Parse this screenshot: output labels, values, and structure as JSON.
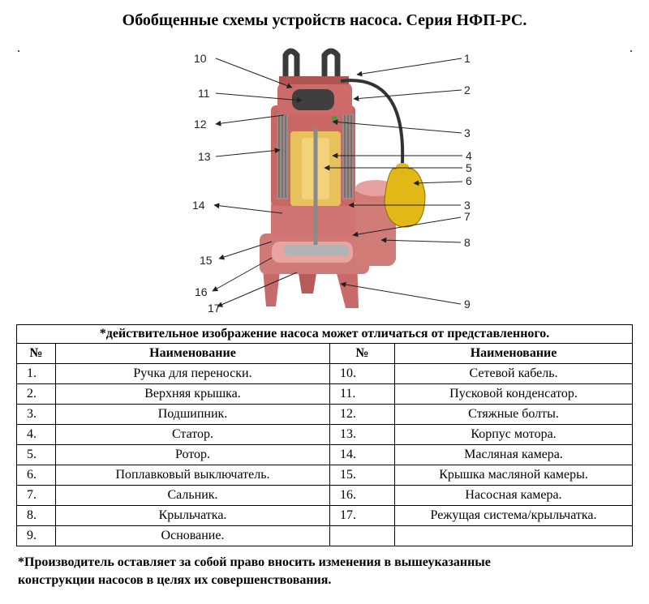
{
  "title": "Обобщенные схемы устройств насоса. Серия НФП-РС.",
  "callouts": {
    "c1": "1",
    "c2": "2",
    "c3a": "3",
    "c4": "4",
    "c5": "5",
    "c6": "6",
    "c3b": "3",
    "c7": "7",
    "c8": "8",
    "c9": "9",
    "c10": "10",
    "c11": "11",
    "c12": "12",
    "c13": "13",
    "c14": "14",
    "c15": "15",
    "c16": "16",
    "c17": "17"
  },
  "table": {
    "note": "*действительное изображение насоса может отличаться от представленного.",
    "headers": {
      "num_left": "№",
      "name_left": "Наименование",
      "num_right": "№",
      "name_right": "Наименование"
    },
    "rows": [
      {
        "n1": "1.",
        "name1": "Ручка для переноски.",
        "n2": "10.",
        "name2": "Сетевой кабель."
      },
      {
        "n1": "2.",
        "name1": "Верхняя крышка.",
        "n2": "11.",
        "name2": "Пусковой конденсатор."
      },
      {
        "n1": "3.",
        "name1": "Подшипник.",
        "n2": "12.",
        "name2": "Стяжные болты."
      },
      {
        "n1": "4.",
        "name1": "Статор.",
        "n2": "13.",
        "name2": "Корпус мотора."
      },
      {
        "n1": "5.",
        "name1": "Ротор.",
        "n2": "14.",
        "name2": "Масляная камера."
      },
      {
        "n1": "6.",
        "name1": "Поплавковый выключатель.",
        "n2": "15.",
        "name2": "Крышка масляной камеры."
      },
      {
        "n1": "7.",
        "name1": "Сальник.",
        "n2": "16.",
        "name2": "Насосная камера."
      },
      {
        "n1": "8.",
        "name1": "Крыльчатка.",
        "n2": "17.",
        "name2": "Режущая система/крыльчатка."
      },
      {
        "n1": "9.",
        "name1": "Основание.",
        "n2": "",
        "name2": ""
      }
    ]
  },
  "footer": {
    "line1": "*Производитель оставляет за собой право вносить изменения в вышеуказанные",
    "line2": "конструкции насосов в целях их совершенствования."
  }
}
